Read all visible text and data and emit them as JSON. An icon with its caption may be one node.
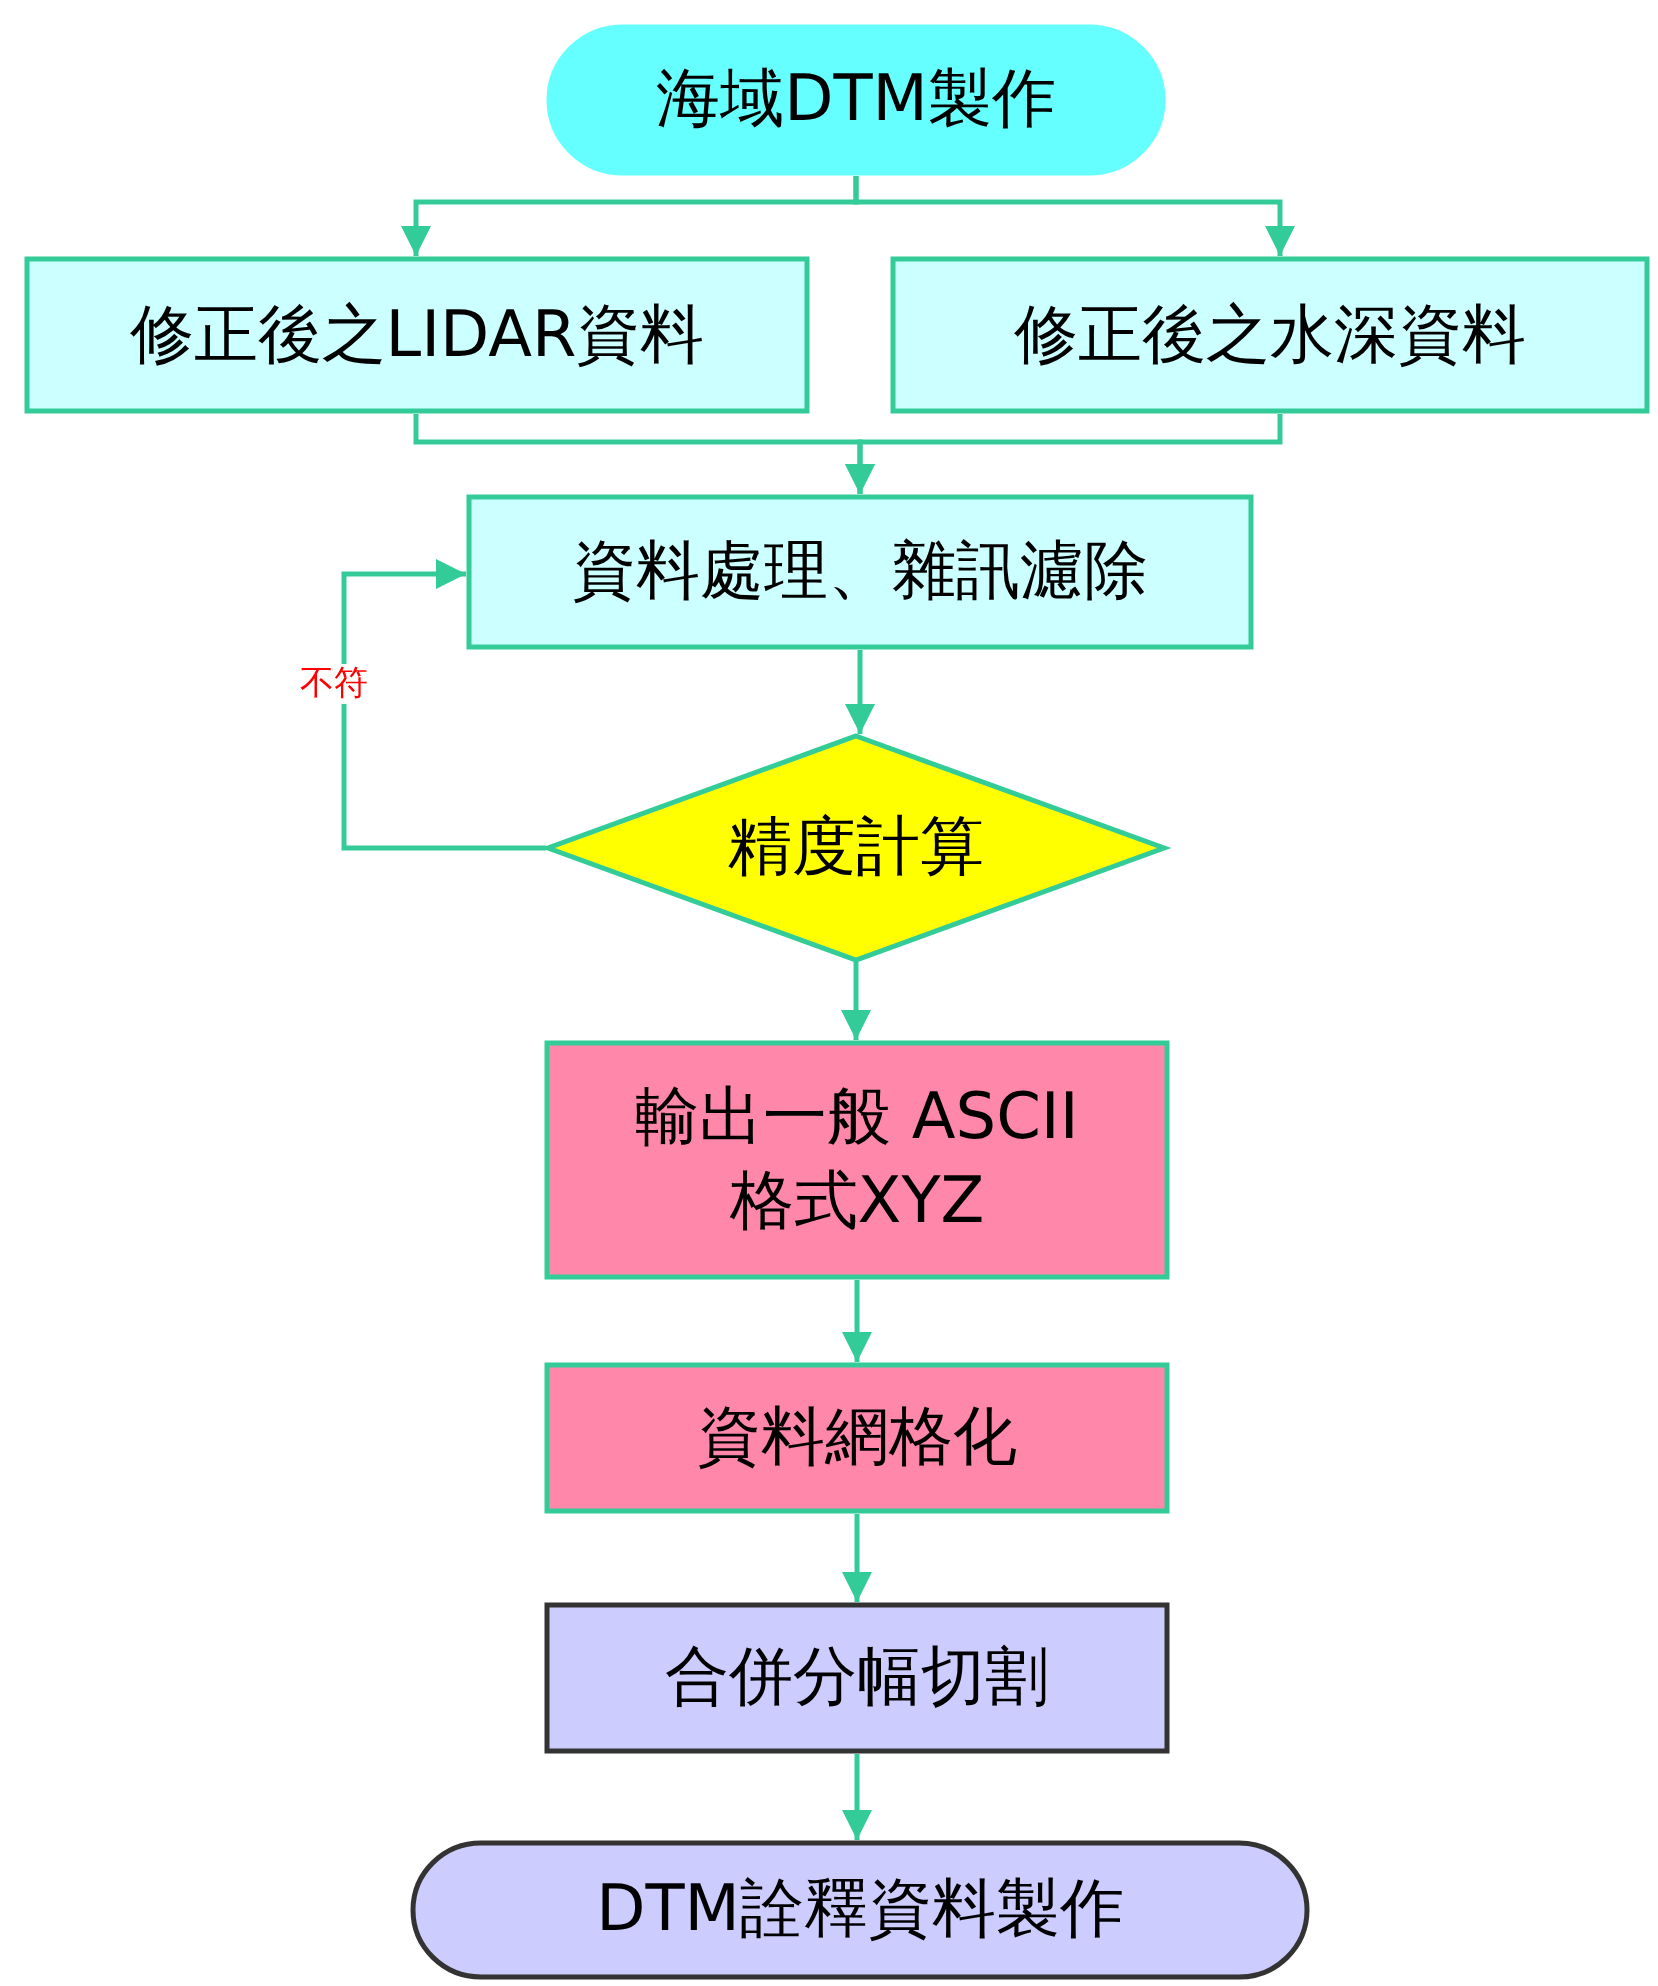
{
  "diagram": {
    "nodes": [
      {
        "text": [
          "海域DTM製作"
        ]
      },
      {
        "text": [
          "修正後之LIDAR資料"
        ]
      },
      {
        "text": [
          "修正後之水深資料"
        ]
      },
      {
        "text": [
          "資料處理、雜訊濾除"
        ]
      },
      {
        "text": [
          "精度計算"
        ]
      },
      {
        "text": [
          "輸出一般 ASCII格式XYZ"
        ]
      },
      {
        "text": [
          "資料網格化"
        ]
      },
      {
        "text": [
          "合併分幅切割"
        ]
      },
      {
        "text": [
          "DTM詮釋資料製作"
        ]
      }
    ],
    "edges": [
      {
        "from": 0,
        "to": 1,
        "arrow": "to"
      },
      {
        "from": 0,
        "to": 2,
        "arrow": "to"
      },
      {
        "from": 1,
        "to": 3,
        "arrow": "to"
      },
      {
        "from": 2,
        "to": 3,
        "arrow": "to"
      },
      {
        "from": 3,
        "to": 4,
        "arrow": "to"
      },
      {
        "from": 4,
        "to": 3,
        "arrow": "to",
        "label": "不符"
      },
      {
        "from": 4,
        "to": 5,
        "arrow": "to"
      },
      {
        "from": 5,
        "to": 6,
        "arrow": "to"
      },
      {
        "from": 6,
        "to": 7,
        "arrow": "to"
      },
      {
        "from": 7,
        "to": 8,
        "arrow": "to"
      }
    ]
  }
}
